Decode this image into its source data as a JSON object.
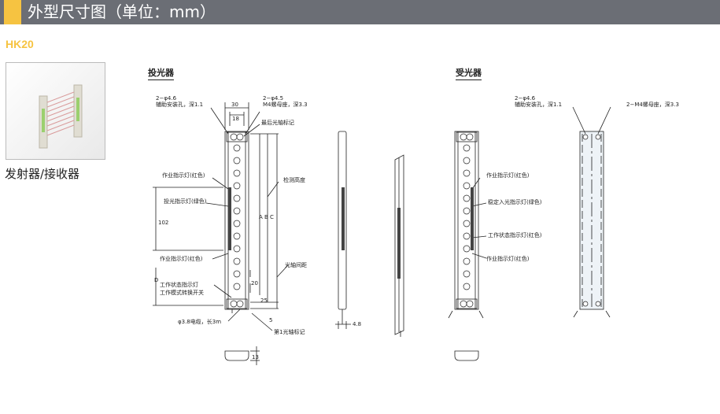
{
  "header": {
    "title": "外型尺寸图（单位：mm）",
    "accent_color": "#f6c341",
    "bar_color": "#6b6e75"
  },
  "model": "HK20",
  "caption": "发射器/接收器",
  "emitter": {
    "title": "投光器",
    "labels": {
      "hole_left_1": "2−φ4.6",
      "hole_left_2": "辅助安装孔，深1.1",
      "nut_1": "2−φ4.5",
      "nut_2": "M4螺母座，深3.3",
      "dim_30": "30",
      "dim_18": "18",
      "last_axis": "最后光轴标记",
      "op_led_red_top": "作业指示灯(红色)",
      "detect_height": "检测高度",
      "emit_led_green": "投光指示灯(绿色)",
      "dim_102": "102",
      "dim_abc": "A  B  C",
      "op_led_red_bottom": "作业指示灯(红色)",
      "pitch": "光轴间距",
      "dim_d": "D",
      "dim_20": "20",
      "status_led": "工作状态指示灯",
      "mode_switch": "工作模式转换开关",
      "dim_25": "25",
      "dim_5": "5",
      "cable": "φ3.8电缆，长3m",
      "first_axis": "第1光轴标记",
      "dim_48": "4.8",
      "dim_13": "13"
    }
  },
  "receiver": {
    "title": "受光器",
    "labels": {
      "hole_1": "2−φ4.6",
      "hole_2": "辅助安装孔，深1.1",
      "nut": "2−M4螺母座，深3.3",
      "op_led_red_top": "作业指示灯(红色)",
      "stable_led": "稳定入光指示灯(绿色)",
      "status_led": "工作状态指示灯(红色)",
      "op_led_red_bottom": "作业指示灯(红色)"
    }
  }
}
